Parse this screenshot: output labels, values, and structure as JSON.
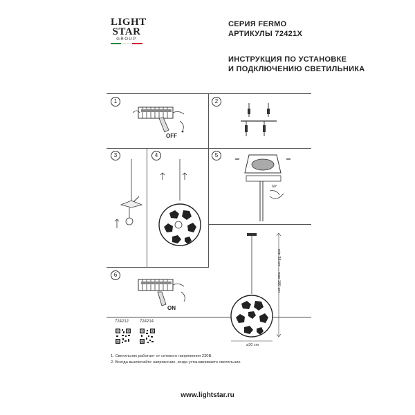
{
  "brand": {
    "line1": "LIGHT",
    "line2": "STAR",
    "line3": "GROUP",
    "flag_colors": [
      "#1d8a3a",
      "#ffffff",
      "#c8202f"
    ]
  },
  "header": {
    "series": "СЕРИЯ FERMO",
    "articles": "АРТИКУЛЫ 72421X",
    "title_line1": "ИНСТРУКЦИЯ ПО УСТАНОВКЕ",
    "title_line2": "И ПОДКЛЮЧЕНИЮ СВЕТИЛЬНИКА"
  },
  "steps": [
    {
      "num": "1",
      "caption": "OFF"
    },
    {
      "num": "2"
    },
    {
      "num": "3"
    },
    {
      "num": "4"
    },
    {
      "num": "5"
    },
    {
      "num": "6",
      "caption": "ON"
    }
  ],
  "dimensions": {
    "height": "min 38 cm ... max 180 cm",
    "diameter": "⌀30 cm",
    "angle": "60°"
  },
  "articles": [
    "724212",
    "724214"
  ],
  "notes": [
    "1. Светильник работает от сетевого напряжения 230В.",
    "2. Всегда выключайте напряжение, когда устанавливаете светильник."
  ],
  "website": "www.lightstar.ru"
}
